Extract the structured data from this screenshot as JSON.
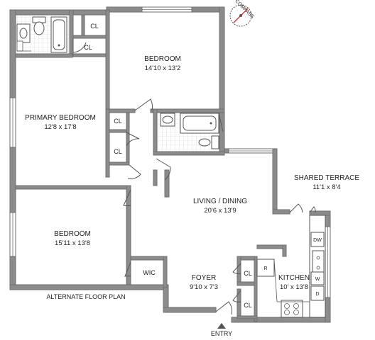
{
  "compass": {
    "label": "COMPASS"
  },
  "rooms": {
    "bedroom_top": {
      "name": "BEDROOM",
      "dims": "14'10 x 13'2"
    },
    "primary_bedroom": {
      "name": "PRIMARY BEDROOM",
      "dims": "12'8 x 17'8"
    },
    "bedroom_left": {
      "name": "BEDROOM",
      "dims": "15'11 x 13'8"
    },
    "living_dining": {
      "name": "LIVING / DINING",
      "dims": "20'6 x 13'9"
    },
    "foyer": {
      "name": "FOYER",
      "dims": "9'10 x 7'3"
    },
    "kitchen": {
      "name": "KITCHEN",
      "dims": "10' x 13'8"
    },
    "shared_terrace": {
      "name": "SHARED TERRACE",
      "dims": "11'1 x 8'4"
    }
  },
  "closets": [
    "CL",
    "CL",
    "CL",
    "CL",
    "CL",
    "CL"
  ],
  "wic": "WIC",
  "appliances": {
    "dishwasher": "DW",
    "washer": "W",
    "dryer": "D",
    "refrigerator": "R"
  },
  "labels": {
    "alternate_plan": "ALTERNATE FLOOR PLAN",
    "entry": "ENTRY"
  }
}
